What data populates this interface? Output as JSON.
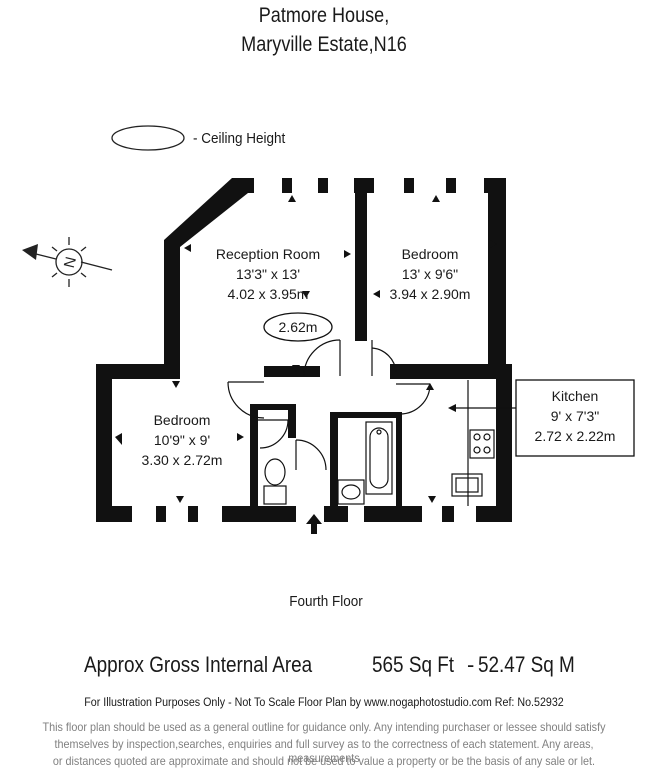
{
  "header": {
    "title_line1": "Patmore House,",
    "title_line2": "Maryville Estate,N16"
  },
  "legend": {
    "label": "- Ceiling Height"
  },
  "compass": {
    "letter": "N"
  },
  "rooms": {
    "reception": {
      "name": "Reception Room",
      "imperial": "13'3\" x 13'",
      "metric": "4.02 x 3.95m"
    },
    "bedroom_top": {
      "name": "Bedroom",
      "imperial": "13' x 9'6\"",
      "metric": "3.94 x 2.90m"
    },
    "bedroom_left": {
      "name": "Bedroom",
      "imperial": "10'9\" x 9'",
      "metric": "3.30 x 2.72m"
    },
    "kitchen": {
      "name": "Kitchen",
      "imperial": "9' x 7'3\"",
      "metric": "2.72 x 2.22m"
    }
  },
  "ceiling_height": "2.62m",
  "floor_label": "Fourth Floor",
  "area": {
    "label": "Approx Gross Internal Area",
    "sqft": "565 Sq Ft",
    "separator": "-",
    "sqm": "52.47 Sq M"
  },
  "footer": {
    "note": "For Illustration Purposes Only - Not To Scale   Floor Plan by www.nogaphotostudio.com   Ref: No.52932",
    "disclaimer_line1": "This floor plan should be used as a general outline for guidance only. Any intending purchaser or lessee should satisfy",
    "disclaimer_line2": "themselves by inspection,searches, enquiries and full survey as to the correctness of each statement. Any areas, measurements",
    "disclaimer_line3": "or distances quoted are approximate and should not be used to value a property or be the basis of any sale or let."
  }
}
